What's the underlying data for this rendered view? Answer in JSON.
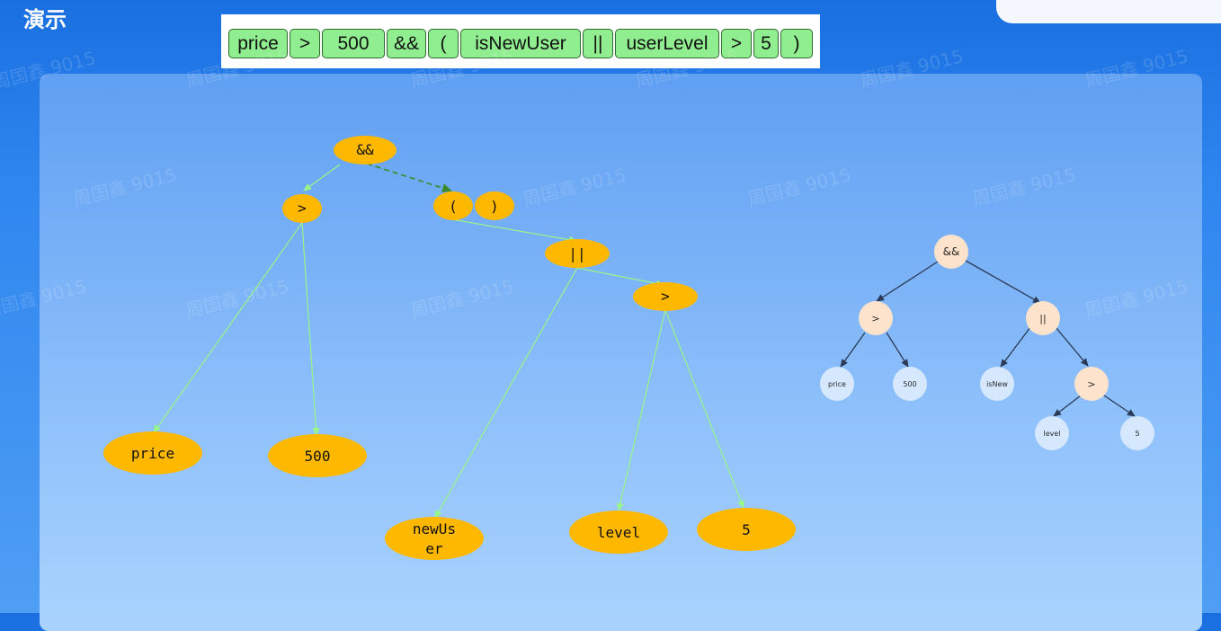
{
  "page": {
    "title": "演示"
  },
  "tokens": [
    "price",
    ">",
    "500",
    "&&",
    "(",
    "isNewUser",
    "||",
    "userLevel",
    ">",
    "5",
    ")"
  ],
  "left_tree": {
    "nodes": {
      "and": "&&",
      "gt1": ">",
      "lparen": "(",
      "rparen": ")",
      "or": "||",
      "gt2": ">",
      "price": "price",
      "n500": "500",
      "newuser_line1": "newUs",
      "newuser_line2": "er",
      "level": "level",
      "n5": "5"
    }
  },
  "right_tree": {
    "nodes": {
      "and": "&&",
      "gt1": ">",
      "or": "||",
      "price": "price",
      "n500": "500",
      "isnew": "isNew",
      "gt2": ">",
      "level": "level",
      "n5": "5"
    }
  },
  "colors": {
    "token_fill": "#90ee90",
    "left_node_fill": "#ffb800",
    "left_edge": "#98f58a",
    "dashed_edge": "#3c8a2a",
    "right_op_fill": "#fde3cc",
    "right_leaf_fill": "#d6e8fd",
    "right_edge": "#2b3a55",
    "pointer": "#e8141b"
  },
  "watermark": "周国鑫 9015"
}
